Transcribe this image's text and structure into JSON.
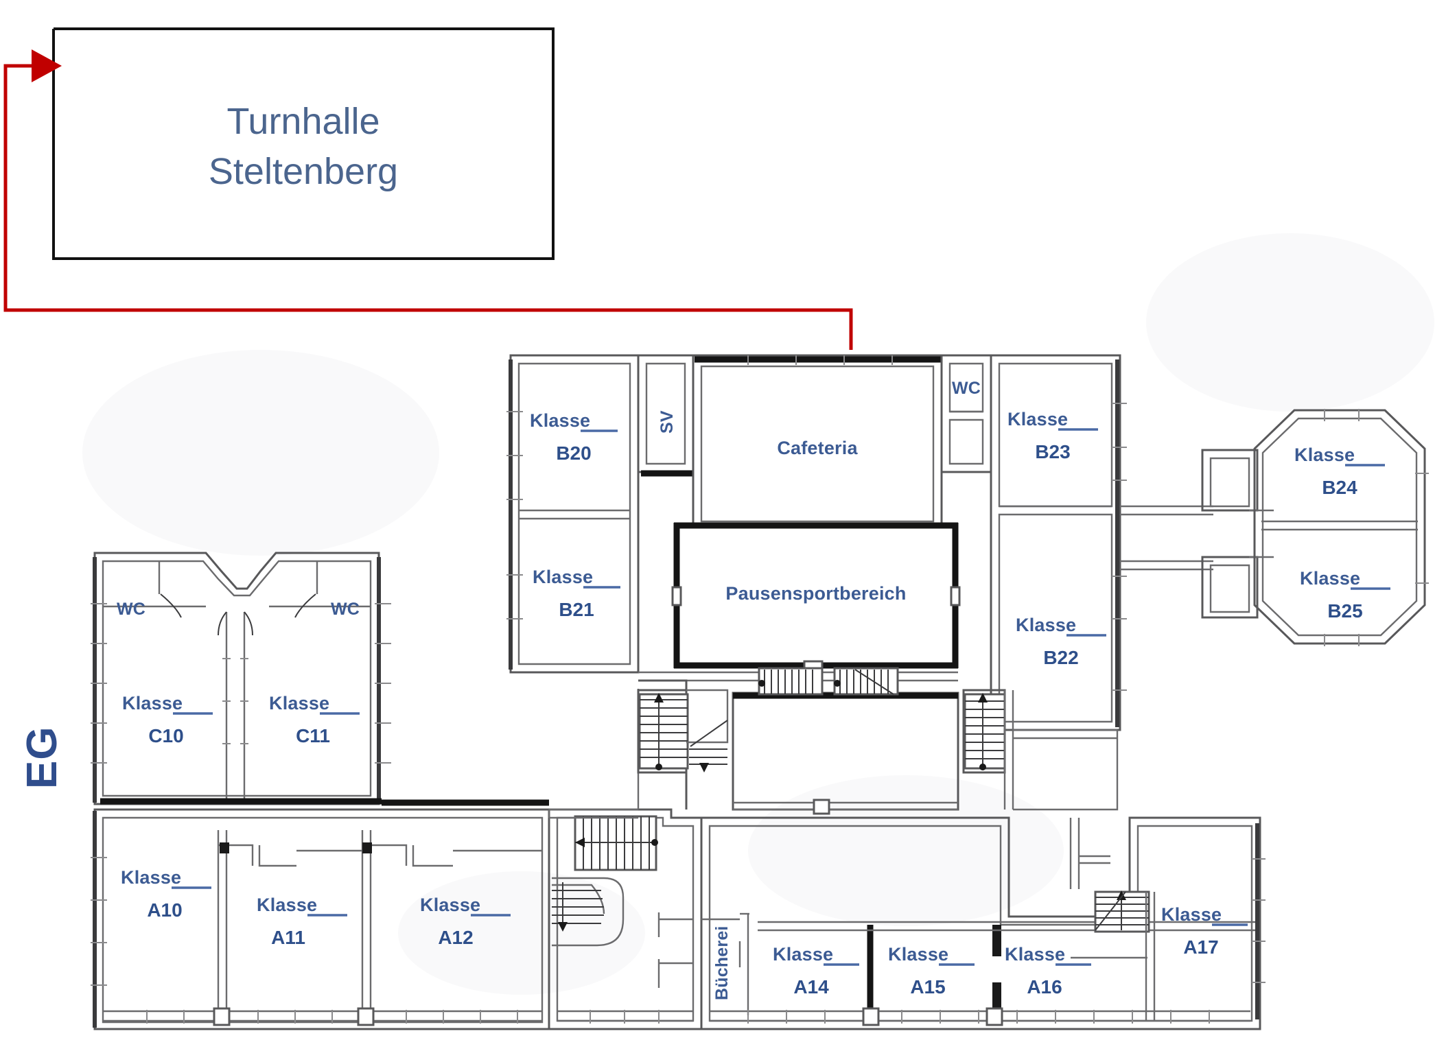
{
  "page": {
    "floor_tag": "EG",
    "accent_color": "#2f4d8c",
    "label_color": "#3c5b93",
    "arrow_color": "#c00000"
  },
  "gym": {
    "title_line1": "Turnhalle",
    "title_line2": "Steltenberg"
  },
  "rooms": [
    {
      "id": "C10",
      "prefix": "Klasse",
      "code": "C10"
    },
    {
      "id": "C11",
      "prefix": "Klasse",
      "code": "C11"
    },
    {
      "id": "A10",
      "prefix": "Klasse",
      "code": "A10"
    },
    {
      "id": "A11",
      "prefix": "Klasse",
      "code": "A11"
    },
    {
      "id": "A12",
      "prefix": "Klasse",
      "code": "A12"
    },
    {
      "id": "A14",
      "prefix": "Klasse",
      "code": "A14"
    },
    {
      "id": "A15",
      "prefix": "Klasse",
      "code": "A15"
    },
    {
      "id": "A16",
      "prefix": "Klasse",
      "code": "A16"
    },
    {
      "id": "A17",
      "prefix": "Klasse",
      "code": "A17"
    },
    {
      "id": "B20",
      "prefix": "Klasse",
      "code": "B20"
    },
    {
      "id": "B21",
      "prefix": "Klasse",
      "code": "B21"
    },
    {
      "id": "B22",
      "prefix": "Klasse",
      "code": "B22"
    },
    {
      "id": "B23",
      "prefix": "Klasse",
      "code": "B23"
    },
    {
      "id": "B24",
      "prefix": "Klasse",
      "code": "B24"
    },
    {
      "id": "B25",
      "prefix": "Klasse",
      "code": "B25"
    }
  ],
  "named_areas": {
    "cafeteria": "Cafeteria",
    "sports": "Pausensportbereich",
    "library": "Bücherei",
    "sv": "SV",
    "wc_left": "WC",
    "wc_right": "WC",
    "wc_cafeteria": "WC"
  }
}
